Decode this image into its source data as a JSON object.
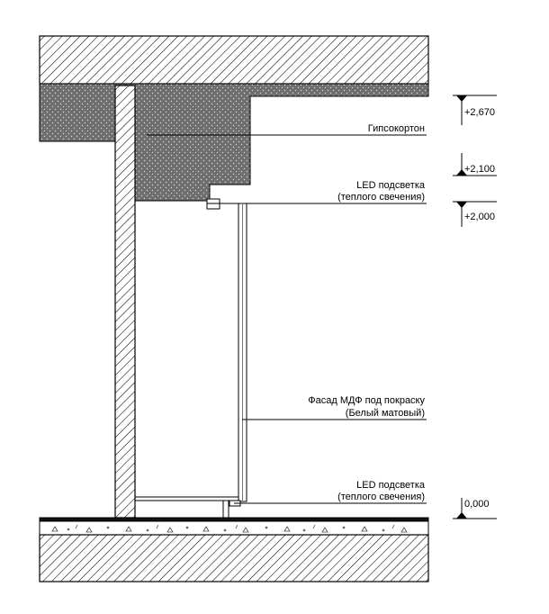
{
  "annotations": {
    "drywall": "Гипсокортон",
    "led_top_line1": "LED подсветка",
    "led_top_line2": "(теплого свечения)",
    "facade_line1": "Фасад МДФ под покраску",
    "facade_line2": "(Белый матовый)",
    "led_bottom_line1": "LED подсветка",
    "led_bottom_line2": "(теплого свечения)"
  },
  "elevations": {
    "e1": "+2,670",
    "e2": "+2,100",
    "e3": "+2,000",
    "e4": "0,000"
  }
}
